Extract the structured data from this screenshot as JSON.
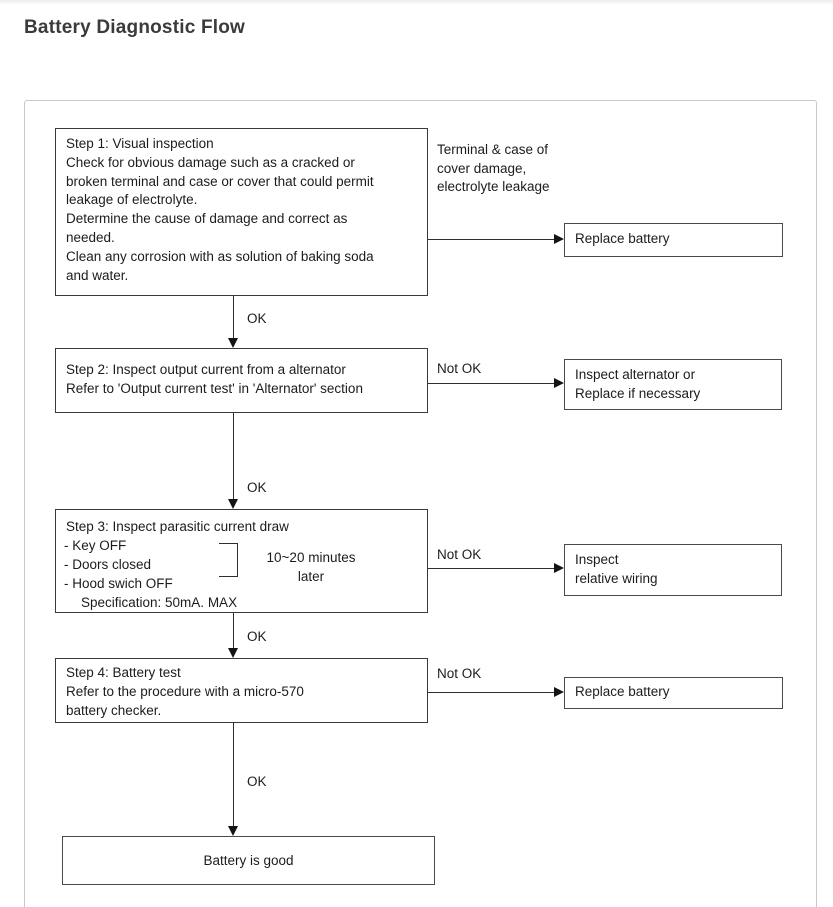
{
  "title": "Battery Diagnostic Flow",
  "labels": {
    "ok": "OK",
    "not_ok": "Not OK"
  },
  "steps": {
    "step1": {
      "text": "Step 1: Visual inspection\nCheck for obvious damage such as a cracked or\nbroken terminal and case or cover that could permit\nleakage of electrolyte.\nDetermine the cause of damage and correct as\nneeded.\nClean any corrosion with as solution of baking soda\nand water.",
      "branch_label": "Terminal & case of\ncover damage,\nelectrolyte leakage",
      "branch_outcome": "Replace battery"
    },
    "step2": {
      "text": "Step 2: Inspect output current from a alternator\nRefer to 'Output current test' in 'Alternator' section",
      "branch_outcome": "Inspect alternator or\nReplace if necessary"
    },
    "step3": {
      "heading": "Step 3: Inspect parasitic current draw",
      "checklist": "- Key OFF\n- Doors closed\n- Hood swich OFF",
      "wait_note": "10~20 minutes\nlater",
      "specification": "Specification: 50mA. MAX",
      "branch_outcome": "Inspect\nrelative wiring"
    },
    "step4": {
      "text": "Step 4: Battery test\nRefer to the procedure with a micro-570\nbattery checker.",
      "branch_outcome": "Replace battery"
    },
    "result": {
      "text": "Battery is good"
    }
  }
}
